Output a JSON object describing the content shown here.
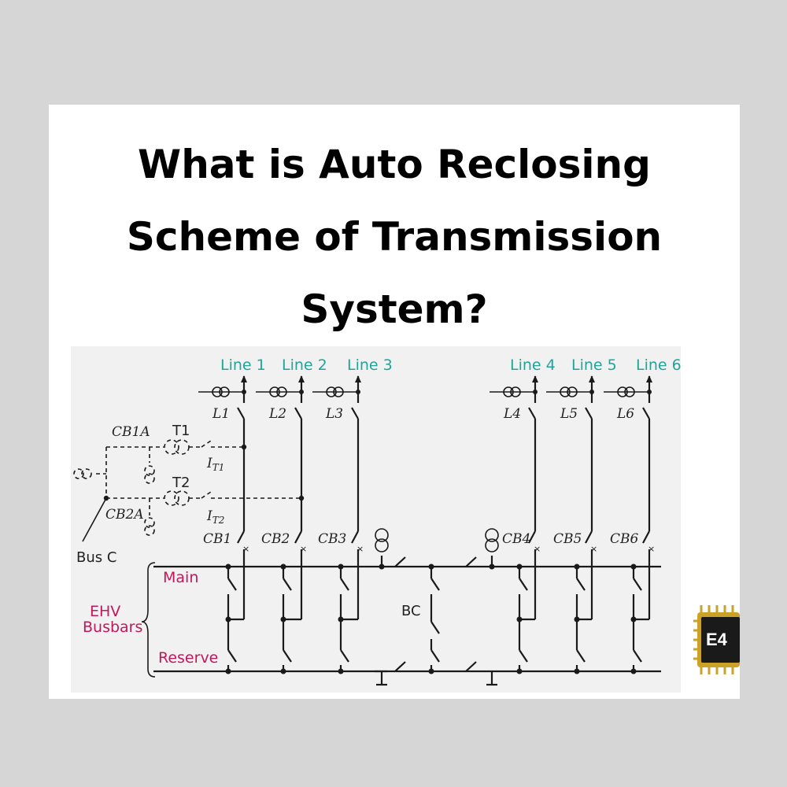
{
  "title": {
    "line1": "What is Auto Reclosing",
    "line2": "Scheme of Transmission",
    "line3": "System?"
  },
  "diagram": {
    "lines": [
      {
        "line": "Line 1",
        "ct": "L1",
        "cb": "CB1"
      },
      {
        "line": "Line 2",
        "ct": "L2",
        "cb": "CB2"
      },
      {
        "line": "Line 3",
        "ct": "L3",
        "cb": "CB3"
      },
      {
        "line": "Line 4",
        "ct": "L4",
        "cb": "CB4"
      },
      {
        "line": "Line 5",
        "ct": "L5",
        "cb": "CB5"
      },
      {
        "line": "Line 6",
        "ct": "L6",
        "cb": "CB6"
      }
    ],
    "transformers": {
      "cb1a": "CB1A",
      "cb2a": "CB2A",
      "t1": "T1",
      "t2": "T2",
      "it1": "I",
      "it1_sub": "T1",
      "it2": "I",
      "it2_sub": "T2"
    },
    "bus_c": "Bus C",
    "bus_coupler": "BC",
    "busbars": {
      "main": "Main",
      "reserve": "Reserve",
      "group_line1": "EHV",
      "group_line2": "Busbars"
    }
  },
  "logo": {
    "text": "E4"
  },
  "colors": {
    "background": "#d6d6d6",
    "card": "#ffffff",
    "line_label": "#1fa59a",
    "busbar_label": "#c2185b",
    "wire": "#1a1a1a"
  }
}
